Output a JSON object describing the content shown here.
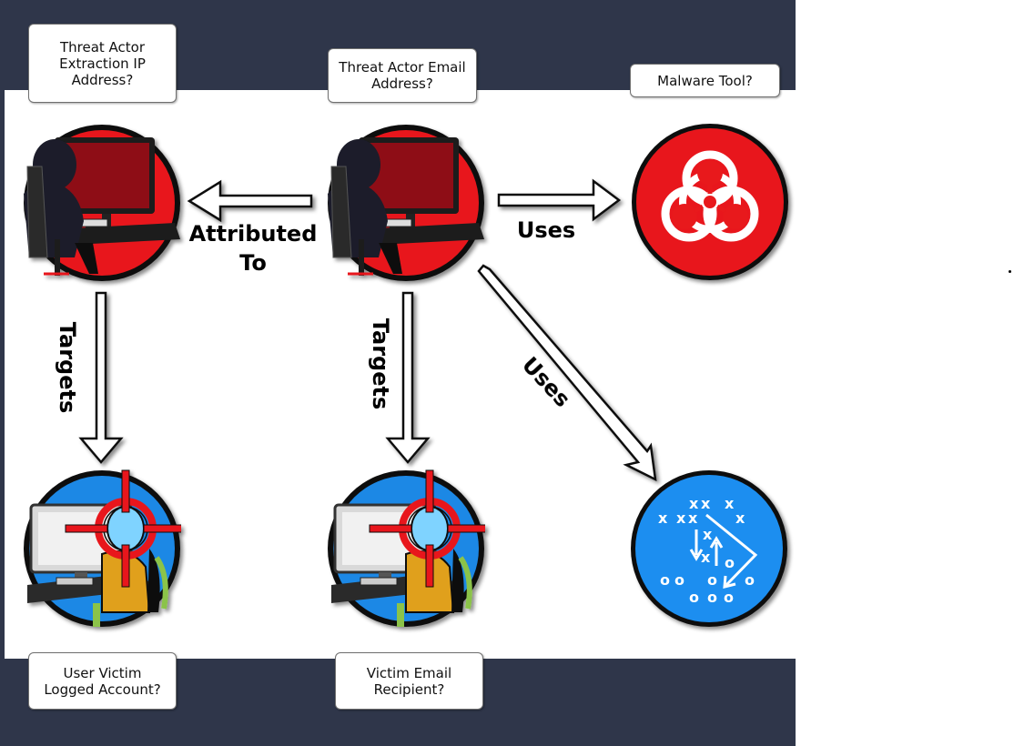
{
  "colors": {
    "frame": "#2f364a",
    "threat_red": "#e8191c",
    "victim_blue": "#1e88e5",
    "tactic_blue": "#1d8ef0"
  },
  "labels": {
    "actor_ip": "Threat Actor\nExtraction IP\nAddress?",
    "actor_email": "Threat Actor Email\nAddress?",
    "malware": "Malware Tool?",
    "victim_account": "User Victim\nLogged Account?",
    "victim_email": "Victim Email\nRecipient?"
  },
  "edges": {
    "attributed": "Attributed\nTo",
    "uses_malware": "Uses",
    "uses_tactic": "Uses",
    "targets_left": "Targets",
    "targets_center": "Targets"
  },
  "icons": {
    "actor_ip": "hacker-at-computer-icon",
    "actor_email": "hacker-at-computer-icon",
    "malware": "biohazard-icon",
    "victim_account": "targeted-user-icon",
    "victim_email": "targeted-user-icon",
    "tactic": "playbook-diagram-icon"
  },
  "playbook": {
    "x_marks": "x",
    "o_marks": "o"
  }
}
